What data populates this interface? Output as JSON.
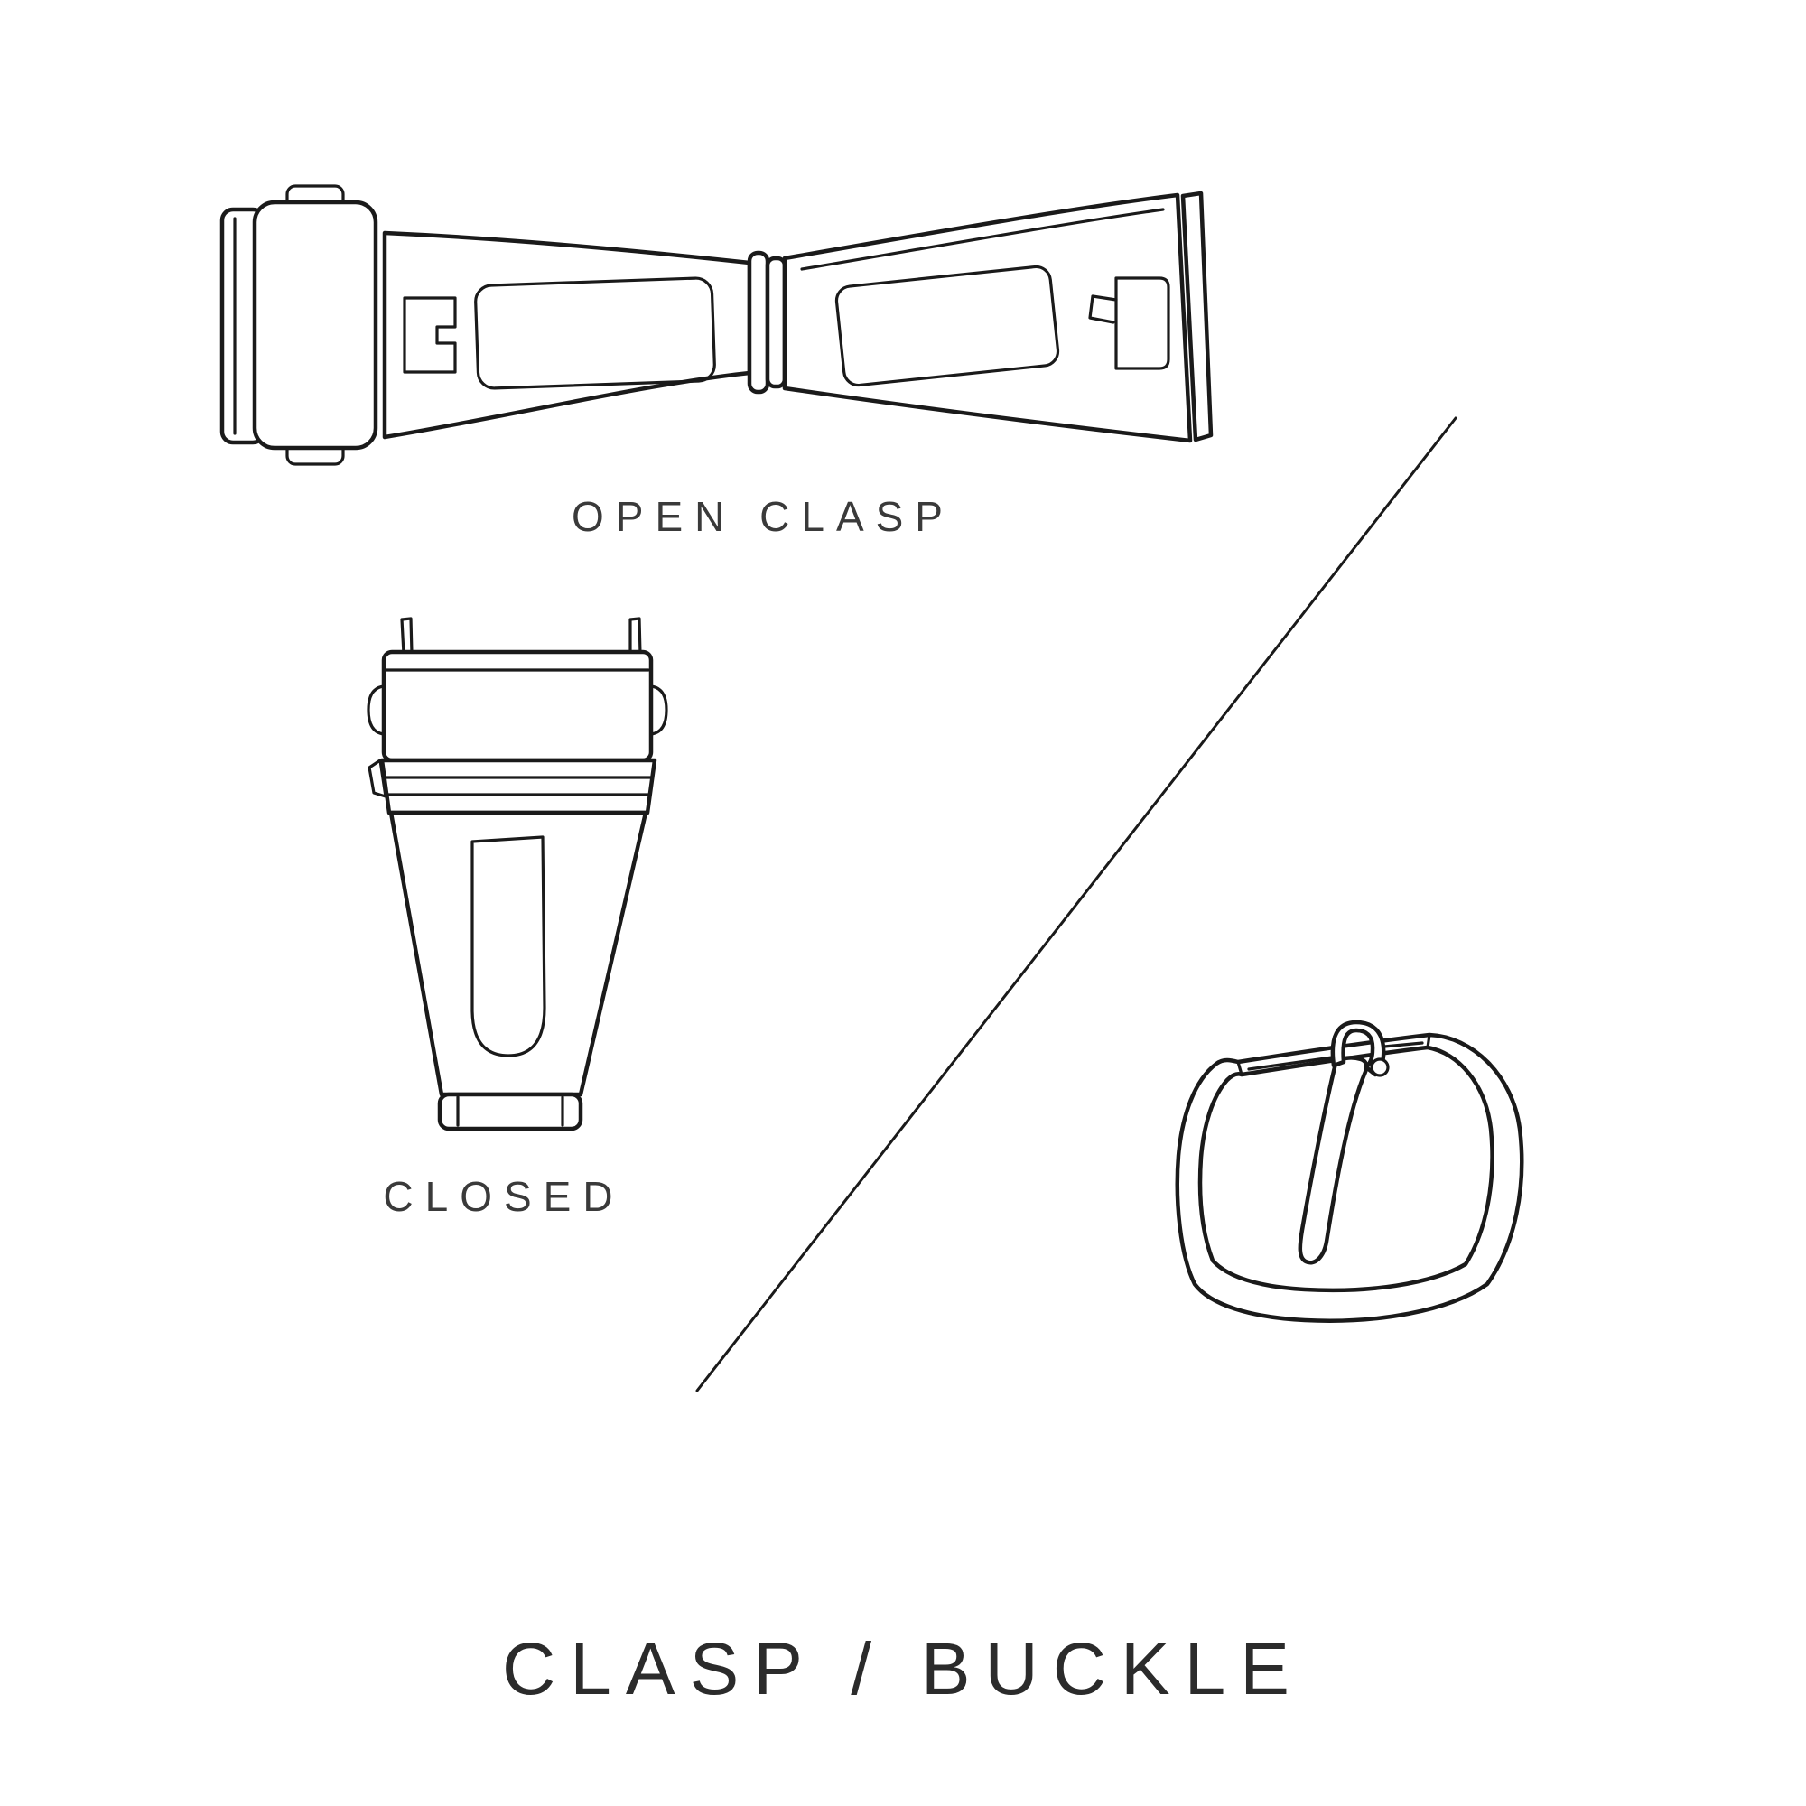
{
  "colors": {
    "background": "#ffffff",
    "ink": "#1a1a1a",
    "label": "#3a3a3a",
    "title": "#2b2b2b"
  },
  "captions": {
    "open_clasp": "OPEN CLASP",
    "closed": "CLOSED"
  },
  "title": "CLASP / BUCKLE",
  "illustrations": {
    "open_clasp": "open deployant watch clasp, top view line drawing",
    "closed_clasp": "closed watch clasp, top view line drawing",
    "pin_buckle": "watch strap pin buckle, three-quarter view line drawing",
    "divider": "thin diagonal separator line"
  }
}
